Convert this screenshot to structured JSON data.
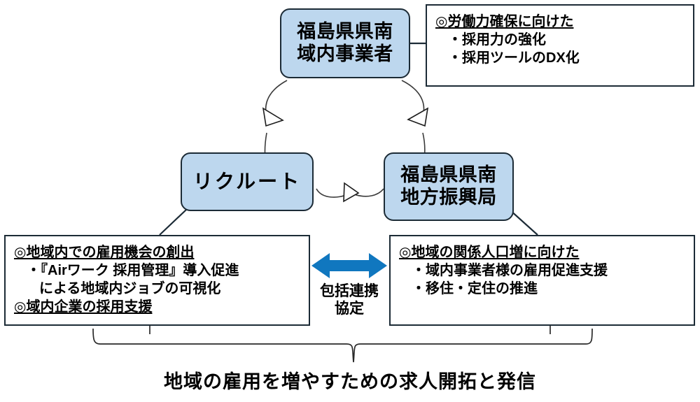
{
  "diagram": {
    "title_caption": "地域の雇用を増やすための求人開拓と発信",
    "colors": {
      "node_fill": "#bdd7ee",
      "node_border": "#1c2b36",
      "arrow_blue": "#1077bf",
      "line": "#000000",
      "text": "#000000",
      "background": "#ffffff"
    },
    "nodes": {
      "top": {
        "line1": "福島県県南",
        "line2": "域内事業者"
      },
      "left": {
        "line1": "リクルート"
      },
      "right": {
        "line1": "福島県県南",
        "line2": "地方振興局"
      }
    },
    "boxes": {
      "top_right": {
        "lines": [
          {
            "text": "◎労働力確保に向けた",
            "style": "head"
          },
          {
            "text": "・採用力の強化",
            "style": "ind1"
          },
          {
            "text": "・採用ツールのDX化",
            "style": "ind1"
          }
        ]
      },
      "bottom_left": {
        "lines": [
          {
            "text": "◎地域内での雇用機会の創出",
            "style": "head"
          },
          {
            "text": "・『Airワーク 採用管理』導入促進",
            "style": "ind1"
          },
          {
            "text": "による地域内ジョブの可視化",
            "style": "ind2"
          },
          {
            "text": "◎域内企業の採用支援",
            "style": "head"
          }
        ]
      },
      "bottom_right": {
        "lines": [
          {
            "text": "◎地域の関係人口増に向けた",
            "style": "head"
          },
          {
            "text": "・域内事業者様の雇用促進支援",
            "style": "ind1"
          },
          {
            "text": "・移住・定住の推進",
            "style": "ind1"
          }
        ]
      }
    },
    "pact": {
      "label_line1": "包括連携",
      "label_line2": "協定",
      "arrow_name": "double-headed-arrow"
    },
    "cycle": {
      "arrowheads": 3,
      "description": "circular-flow-between-three-nodes"
    }
  }
}
